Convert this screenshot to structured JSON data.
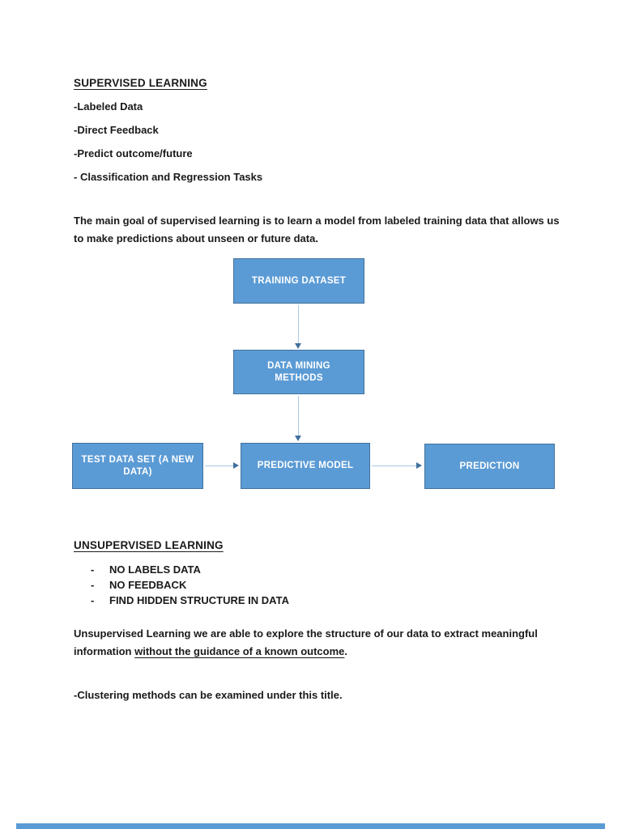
{
  "page": {
    "background": "#FFFFFF"
  },
  "supervised": {
    "heading": "SUPERVISED LEARNING",
    "bullets": [
      "-Labeled Data",
      "-Direct Feedback",
      "-Predict outcome/future",
      "- Classification and Regression Tasks"
    ],
    "paragraph": "The main goal of supervised learning is to learn a model from labeled training data that allows us to make predictions about unseen or future data."
  },
  "diagram": {
    "boxes": [
      {
        "id": "training-dataset",
        "label": "TRAINING DATASET"
      },
      {
        "id": "data-mining-methods",
        "label": "DATA MINING METHODS"
      },
      {
        "id": "test-data-set",
        "label": "TEST DATA SET (A NEW DATA)"
      },
      {
        "id": "predictive-model",
        "label": "PREDICTIVE MODEL"
      },
      {
        "id": "prediction",
        "label": "PREDICTION"
      }
    ],
    "colors": {
      "box_fill": "#5B9BD5",
      "box_border": "#41719C",
      "arrow_line": "#A9C7E6",
      "arrow_head": "#41719C",
      "box_text": "#FFFFFF"
    }
  },
  "unsupervised": {
    "heading": "UNSUPERVISED LEARNING",
    "bullet_marker": "-",
    "bullets": [
      "NO LABELS DATA",
      "NO FEEDBACK",
      "FIND HIDDEN STRUCTURE IN DATA"
    ],
    "paragraph_plain": "Unsupervised Learning we are able to explore the structure of our data to extract meaningful information ",
    "paragraph_underlined": "without the guidance of a known outcome",
    "paragraph_end": ".",
    "closing_line": "-Clustering methods can be examined under this title."
  }
}
